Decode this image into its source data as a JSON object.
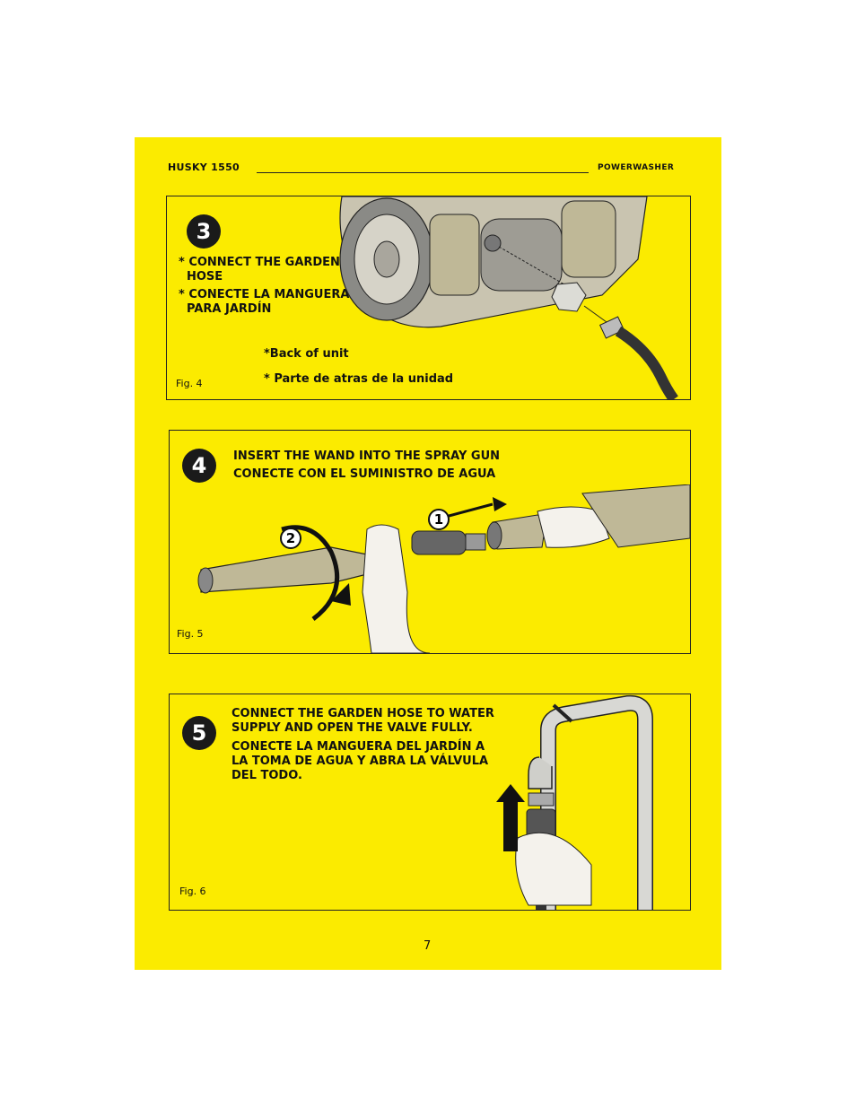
{
  "header": {
    "left": "HUSKY 1550",
    "right": "POWERWASHER"
  },
  "steps": [
    {
      "number": "3",
      "lines": [
        "* CONNECT THE GARDEN",
        "HOSE",
        "* CONECTE LA MANGUERA",
        "PARA JARDÍN"
      ],
      "note1": "*Back of unit",
      "note2": "* Parte de atras de la unidad",
      "fig": "Fig. 4"
    },
    {
      "number": "4",
      "lines": [
        "INSERT THE WAND INTO THE SPRAY GUN",
        "CONECTE CON EL SUMINISTRO DE AGUA"
      ],
      "callouts": [
        "1",
        "2"
      ],
      "fig": "Fig. 5"
    },
    {
      "number": "5",
      "lines": [
        "CONNECT THE GARDEN HOSE TO WATER",
        "SUPPLY AND OPEN THE VALVE FULLY.",
        "CONECTE LA MANGUERA DEL JARDÍN A",
        "LA TOMA DE AGUA Y ABRA LA VÁLVULA",
        "DEL TODO."
      ],
      "fig": "Fig. 6"
    }
  ],
  "page_number": "7"
}
